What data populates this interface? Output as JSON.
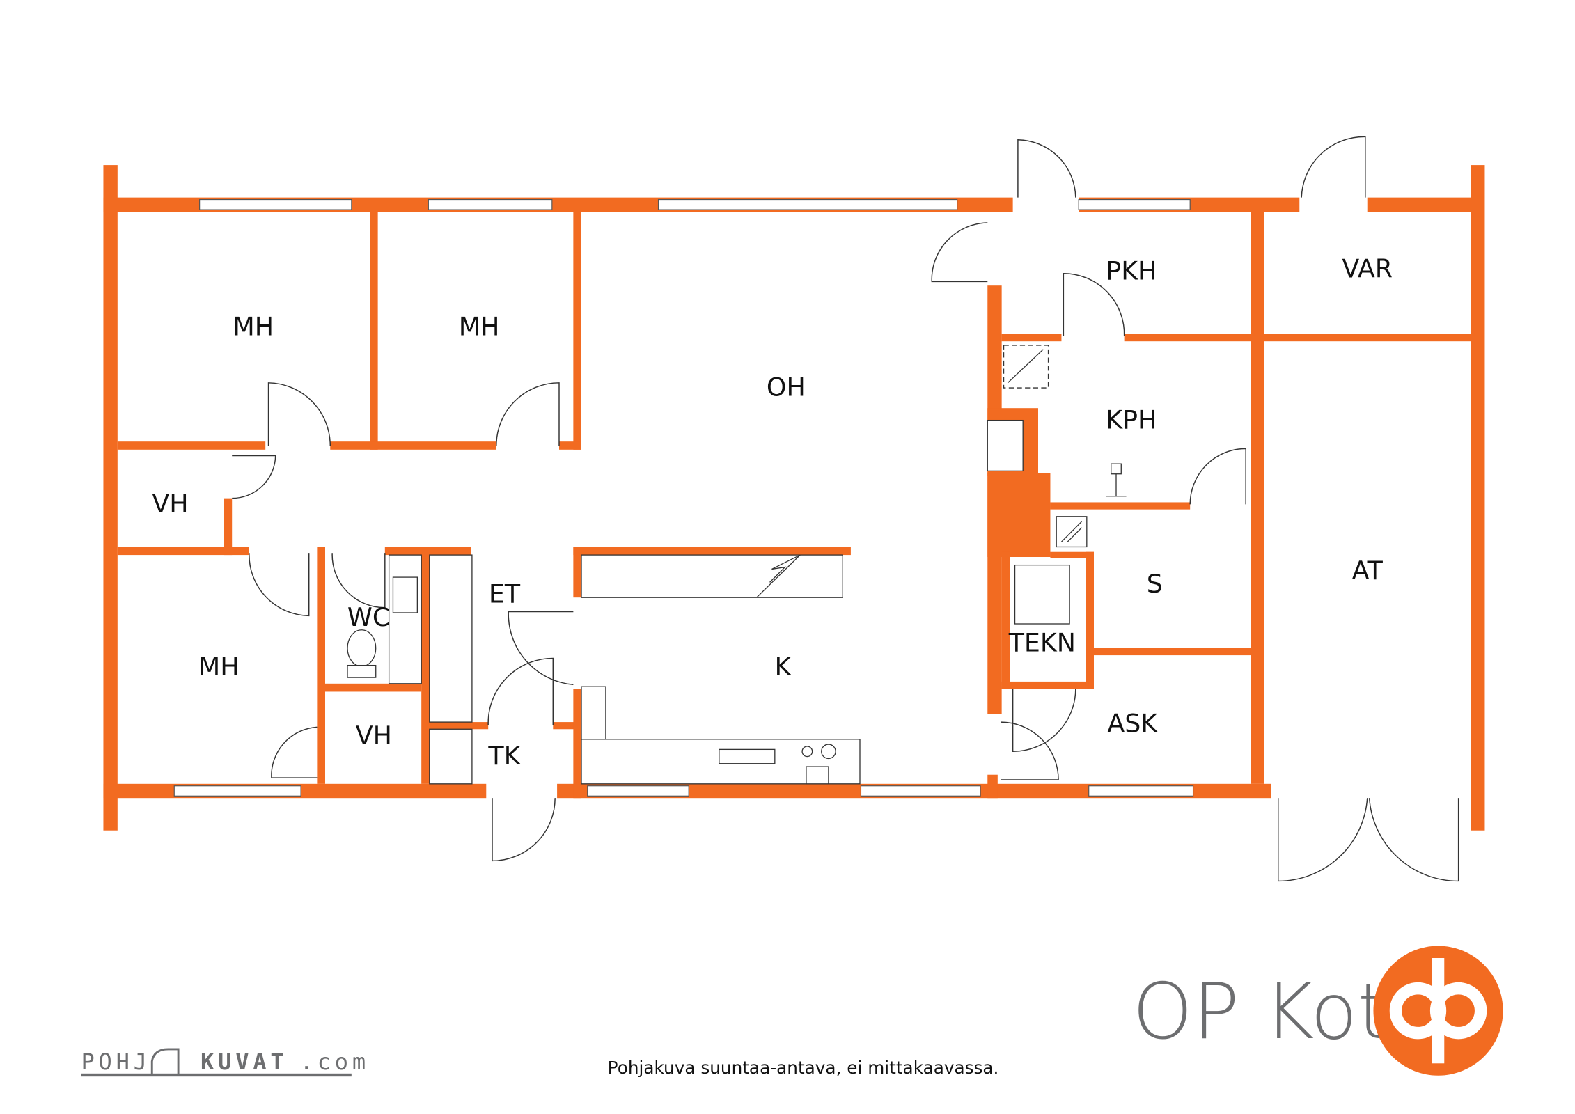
{
  "plan": {
    "wall_color": "#f26b21",
    "rooms": {
      "mh1": "MH",
      "mh2": "MH",
      "oh": "OH",
      "vh1": "VH",
      "mh3": "MH",
      "wc": "WC",
      "vh2": "VH",
      "et": "ET",
      "tk": "TK",
      "k": "K",
      "pkh": "PKH",
      "var": "VAR",
      "kph": "KPH",
      "s": "S",
      "tekn": "TEKN",
      "ask": "ASK",
      "at": "AT"
    }
  },
  "footer": {
    "disclaimer": "Pohjakuva suuntaa-antava, ei mittakaavassa.",
    "pohjakuvat_logo": "POHJAKUVAT.com",
    "brand": "OP Koti",
    "brand_color": "#f26b21"
  }
}
